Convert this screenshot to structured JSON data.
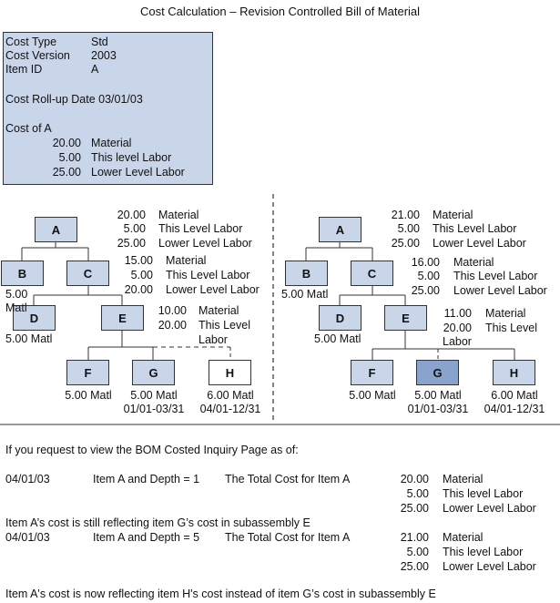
{
  "title": "Cost Calculation – Revision Controlled Bill of Material",
  "info": {
    "rows": [
      {
        "label": "Cost Type",
        "value": "Std"
      },
      {
        "label": "Cost Version",
        "value": "2003"
      },
      {
        "label": "Item ID",
        "value": "A"
      }
    ],
    "rollup": "Cost Roll-up Date 03/01/03",
    "cost_of": "Cost of A",
    "costs": [
      {
        "amount": "20.00",
        "label": "Material"
      },
      {
        "amount": "5.00",
        "label": "This level Labor"
      },
      {
        "amount": "25.00",
        "label": "Lower Level Labor"
      }
    ]
  },
  "left_tree": {
    "nodes": {
      "A": "A",
      "B": "B",
      "C": "C",
      "D": "D",
      "E": "E",
      "F": "F",
      "G": "G",
      "H": "H"
    },
    "a_costs": [
      {
        "amount": "20.00",
        "label": "Material"
      },
      {
        "amount": "5.00",
        "label": "This Level Labor"
      },
      {
        "amount": "25.00",
        "label": "Lower Level Labor"
      }
    ],
    "c_costs": [
      {
        "amount": "15.00",
        "label": "Material"
      },
      {
        "amount": "5.00",
        "label": "This Level Labor"
      },
      {
        "amount": "20.00",
        "label": "Lower Level Labor"
      }
    ],
    "e_costs": [
      {
        "amount": "10.00",
        "label": "Material"
      },
      {
        "amount": "20.00",
        "label": "This Level"
      }
    ],
    "e_labor_cont": "Labor",
    "b_cost_1": "5.00",
    "b_cost_2": "Matl",
    "d_cost": "5.00 Matl",
    "f_cost": "5.00 Matl",
    "g_cost": "5.00 Matl",
    "g_date": "01/01-03/31",
    "h_cost": "6.00 Matl",
    "h_date": "04/01-12/31"
  },
  "right_tree": {
    "nodes": {
      "A": "A",
      "B": "B",
      "C": "C",
      "D": "D",
      "E": "E",
      "F": "F",
      "G": "G",
      "H": "H"
    },
    "a_costs": [
      {
        "amount": "21.00",
        "label": "Material"
      },
      {
        "amount": "5.00",
        "label": "This Level Labor"
      },
      {
        "amount": "25.00",
        "label": "Lower Level Labor"
      }
    ],
    "c_costs": [
      {
        "amount": "16.00",
        "label": "Material"
      },
      {
        "amount": "5.00",
        "label": "This Level Labor"
      },
      {
        "amount": "25.00",
        "label": "Lower Level Labor"
      }
    ],
    "e_costs": [
      {
        "amount": "11.00",
        "label": "Material"
      },
      {
        "amount": "20.00",
        "label": "This Level"
      }
    ],
    "e_labor_cont": "Labor",
    "b_cost": "5.00 Matl",
    "d_cost": "5.00 Matl",
    "f_cost": "5.00 Matl",
    "g_cost": "5.00 Matl",
    "g_date": "01/01-03/31",
    "h_cost": "6.00 Matl",
    "h_date": "04/01-12/31"
  },
  "bottom": {
    "intro": "If you request to view the BOM Costed Inquiry Page as of:",
    "query1": {
      "date": "04/01/03",
      "item": "Item A and Depth = 1",
      "total": "The Total Cost for Item A",
      "costs": [
        {
          "amount": "20.00",
          "label": "Material"
        },
        {
          "amount": "5.00",
          "label": "This level Labor"
        },
        {
          "amount": "25.00",
          "label": "Lower Level Labor"
        }
      ]
    },
    "note1": "Item A’s cost is still reflecting item G’s cost in subassembly E",
    "query2": {
      "date": "04/01/03",
      "item": "Item A and Depth = 5",
      "total": "The Total Cost for Item A",
      "costs": [
        {
          "amount": "21.00",
          "label": "Material"
        },
        {
          "amount": "5.00",
          "label": "This level Labor"
        },
        {
          "amount": "25.00",
          "label": "Lower Level Labor"
        }
      ]
    },
    "note2": "Item A's cost is now reflecting item H's cost instead of item G’s cost in subassembly E"
  }
}
